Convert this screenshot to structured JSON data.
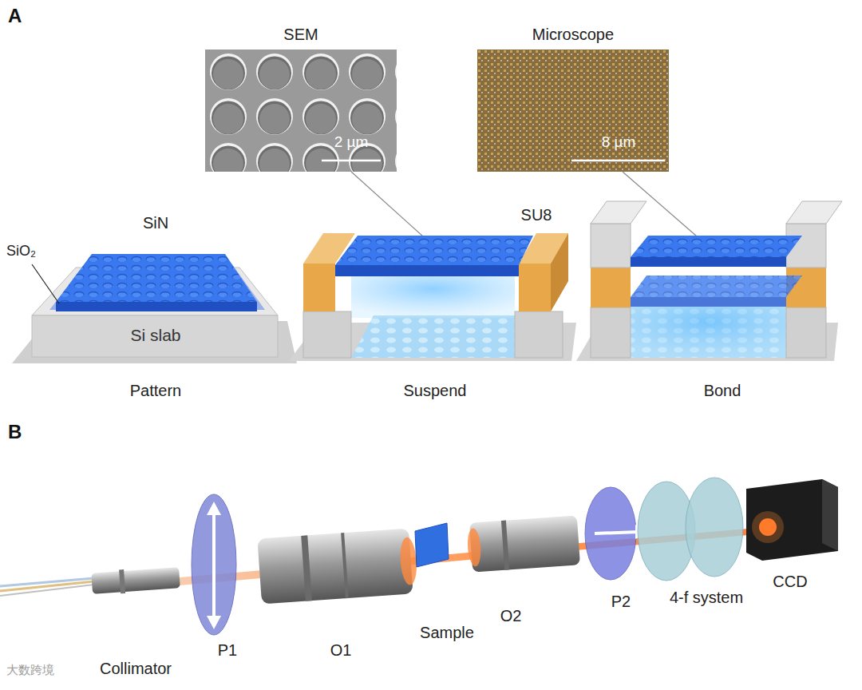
{
  "diagram": {
    "nodes": [
      {
        "text": [
          "SEM",
          "2 µm"
        ]
      },
      {
        "text": [
          "Microscope",
          "8 µm"
        ]
      }
    ],
    "labels": [
      "A",
      "SiN",
      "SiO₂",
      "Si slab",
      "SU8",
      "Pattern",
      "Suspend",
      "Bond",
      "B",
      "Collimator",
      "P1",
      "O1",
      "Sample",
      "O2",
      "P2",
      "4-f system",
      "CCD",
      "大数跨境"
    ]
  }
}
